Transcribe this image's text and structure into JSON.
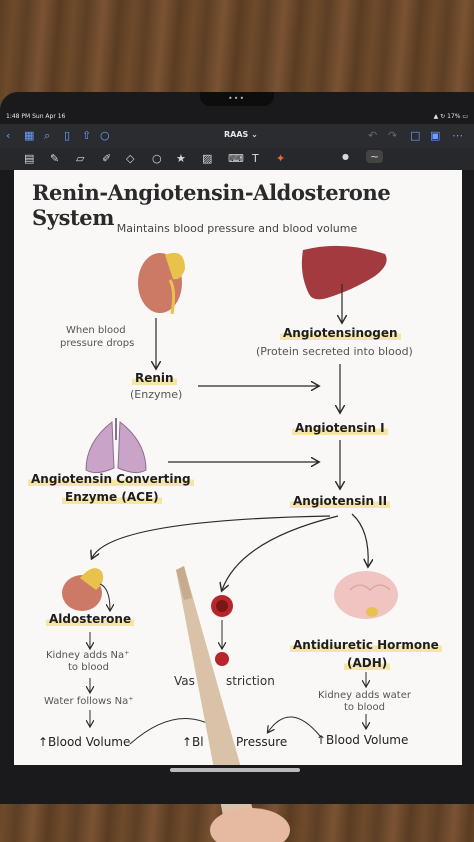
{
  "status": {
    "time": "1:48 PM  Sun Apr 16",
    "right": "▲ ↻ 17% ▭"
  },
  "navbar": {
    "doc_title": "RAAS ⌄"
  },
  "header": {
    "dots": "•••"
  },
  "diagram": {
    "title": "Renin-Angiotensin-Aldosterone System",
    "subtitle": "Maintains blood pressure and blood volume",
    "when_blood": "When blood",
    "pressure_drops": "pressure drops",
    "renin": "Renin",
    "renin_sub": "(Enzyme)",
    "angiotensinogen": "Angiotensinogen",
    "angiotensinogen_sub": "(Protein secreted into blood)",
    "angiotensin1": "Angiotensin I",
    "ace_line1": "Angiotensin Converting",
    "ace_line2": "Enzyme (ACE)",
    "angiotensin2": "Angiotensin II",
    "aldosterone": "Aldosterone",
    "kidney_na_1": "Kidney adds Na⁺",
    "kidney_na_2": "to blood",
    "water_follows": "Water follows Na⁺",
    "blood_volume_left": "↑Blood Volume",
    "vaso": "Vas",
    "vaso2": "striction",
    "blood_pressure": "↑Bl",
    "blood_pressure2": "Pressure",
    "adh_line1": "Antidiuretic Hormone",
    "adh_line2": "(ADH)",
    "kidney_water_1": "Kidney adds water",
    "kidney_water_2": "to blood",
    "blood_volume_right": "↑Blood Volume"
  }
}
